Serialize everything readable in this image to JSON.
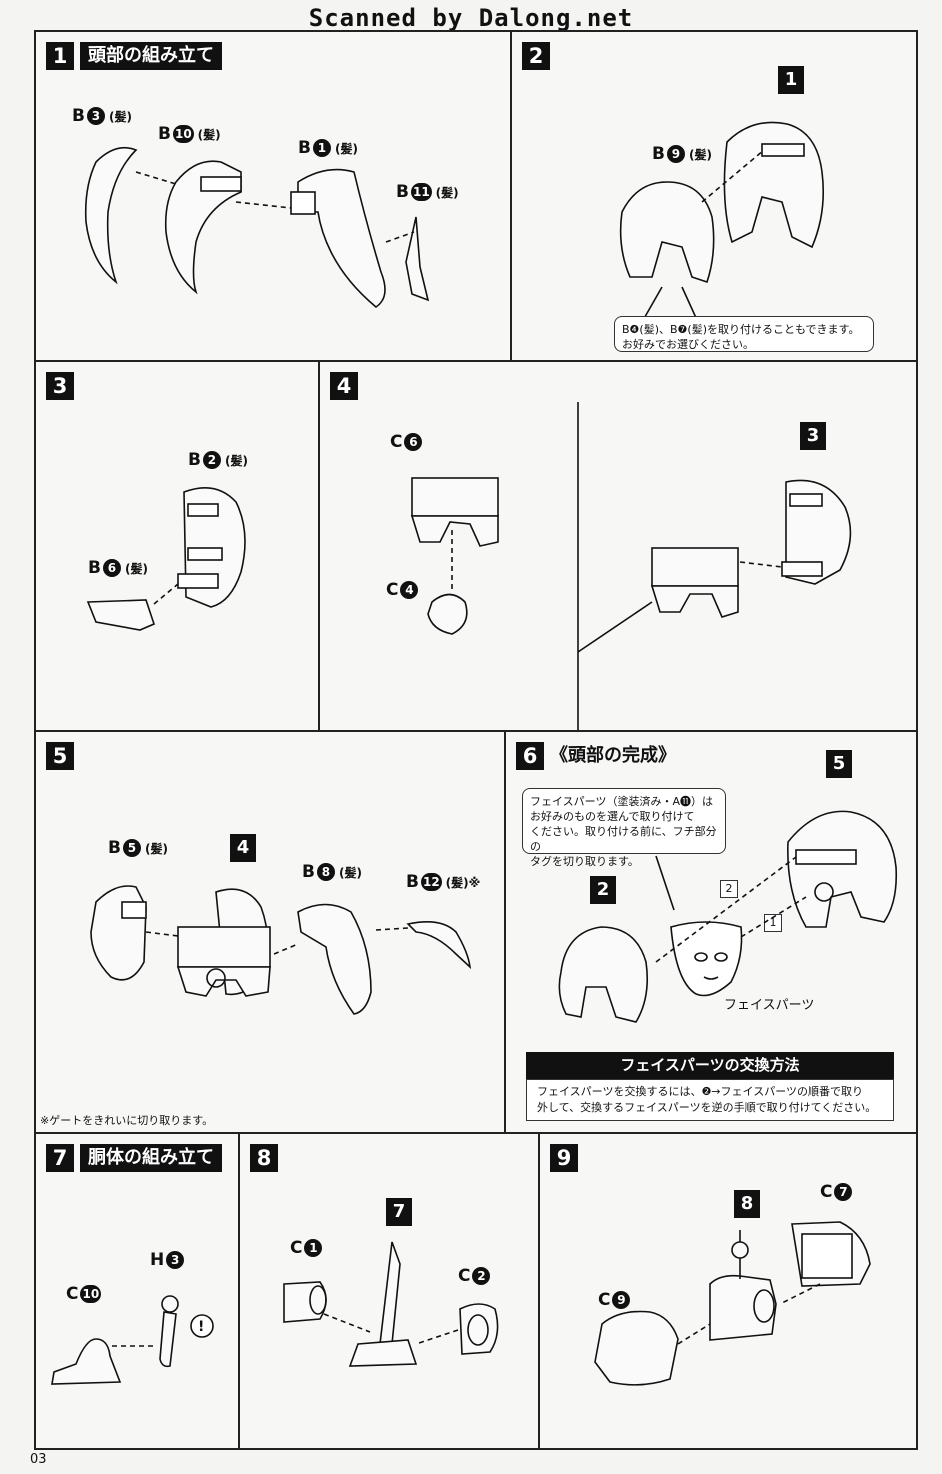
{
  "header": "Scanned by Dalong.net",
  "page_number": "03",
  "steps": {
    "s1": {
      "num": "1",
      "title": "頭部の組み立て",
      "labels": [
        {
          "letter": "B",
          "num": "3",
          "note": "(髪)"
        },
        {
          "letter": "B",
          "num": "10",
          "note": "(髪)"
        },
        {
          "letter": "B",
          "num": "1",
          "note": "(髪)"
        },
        {
          "letter": "B",
          "num": "11",
          "note": "(髪)"
        }
      ]
    },
    "s2": {
      "num": "2",
      "marker": "1",
      "labels": [
        {
          "letter": "B",
          "num": "9",
          "note": "(髪)"
        }
      ],
      "callout": [
        "B❹(髪)、B❼(髪)を取り付けることもできます。",
        "お好みでお選びください。"
      ]
    },
    "s3": {
      "num": "3",
      "labels": [
        {
          "letter": "B",
          "num": "2",
          "note": "(髪)"
        },
        {
          "letter": "B",
          "num": "6",
          "note": "(髪)"
        }
      ]
    },
    "s4": {
      "num": "4",
      "marker": "3",
      "labels": [
        {
          "letter": "C",
          "num": "6",
          "note": ""
        },
        {
          "letter": "C",
          "num": "4",
          "note": ""
        }
      ]
    },
    "s5": {
      "num": "5",
      "marker": "4",
      "labels": [
        {
          "letter": "B",
          "num": "5",
          "note": "(髪)"
        },
        {
          "letter": "B",
          "num": "8",
          "note": "(髪)"
        },
        {
          "letter": "B",
          "num": "12",
          "note": "(髪)※"
        }
      ],
      "note": "※ゲートをきれいに切り取ります。"
    },
    "s6": {
      "num": "6",
      "title": "《頭部の完成》",
      "marker_a": "2",
      "marker_b": "5",
      "callout": [
        "フェイスパーツ（塗装済み・A⓫）は",
        "お好みのものを選んで取り付けて",
        "ください。取り付ける前に、フチ部分の",
        "タグを切り取ります。"
      ],
      "face_label": "フェイスパーツ",
      "order_1": "1",
      "order_2": "2",
      "box_title": "フェイスパーツの交換方法",
      "box_text": [
        "フェイスパーツを交換するには、❷→フェイスパーツの順番で取り",
        "外して、交換するフェイスパーツを逆の手順で取り付けてください。"
      ]
    },
    "s7": {
      "num": "7",
      "title": "胴体の組み立て",
      "labels": [
        {
          "letter": "H",
          "num": "3",
          "note": ""
        },
        {
          "letter": "C",
          "num": "10",
          "note": ""
        }
      ]
    },
    "s8": {
      "num": "8",
      "marker": "7",
      "labels": [
        {
          "letter": "C",
          "num": "1",
          "note": ""
        },
        {
          "letter": "C",
          "num": "2",
          "note": ""
        }
      ]
    },
    "s9": {
      "num": "9",
      "marker": "8",
      "labels": [
        {
          "letter": "C",
          "num": "7",
          "note": ""
        },
        {
          "letter": "C",
          "num": "9",
          "note": ""
        }
      ]
    }
  }
}
